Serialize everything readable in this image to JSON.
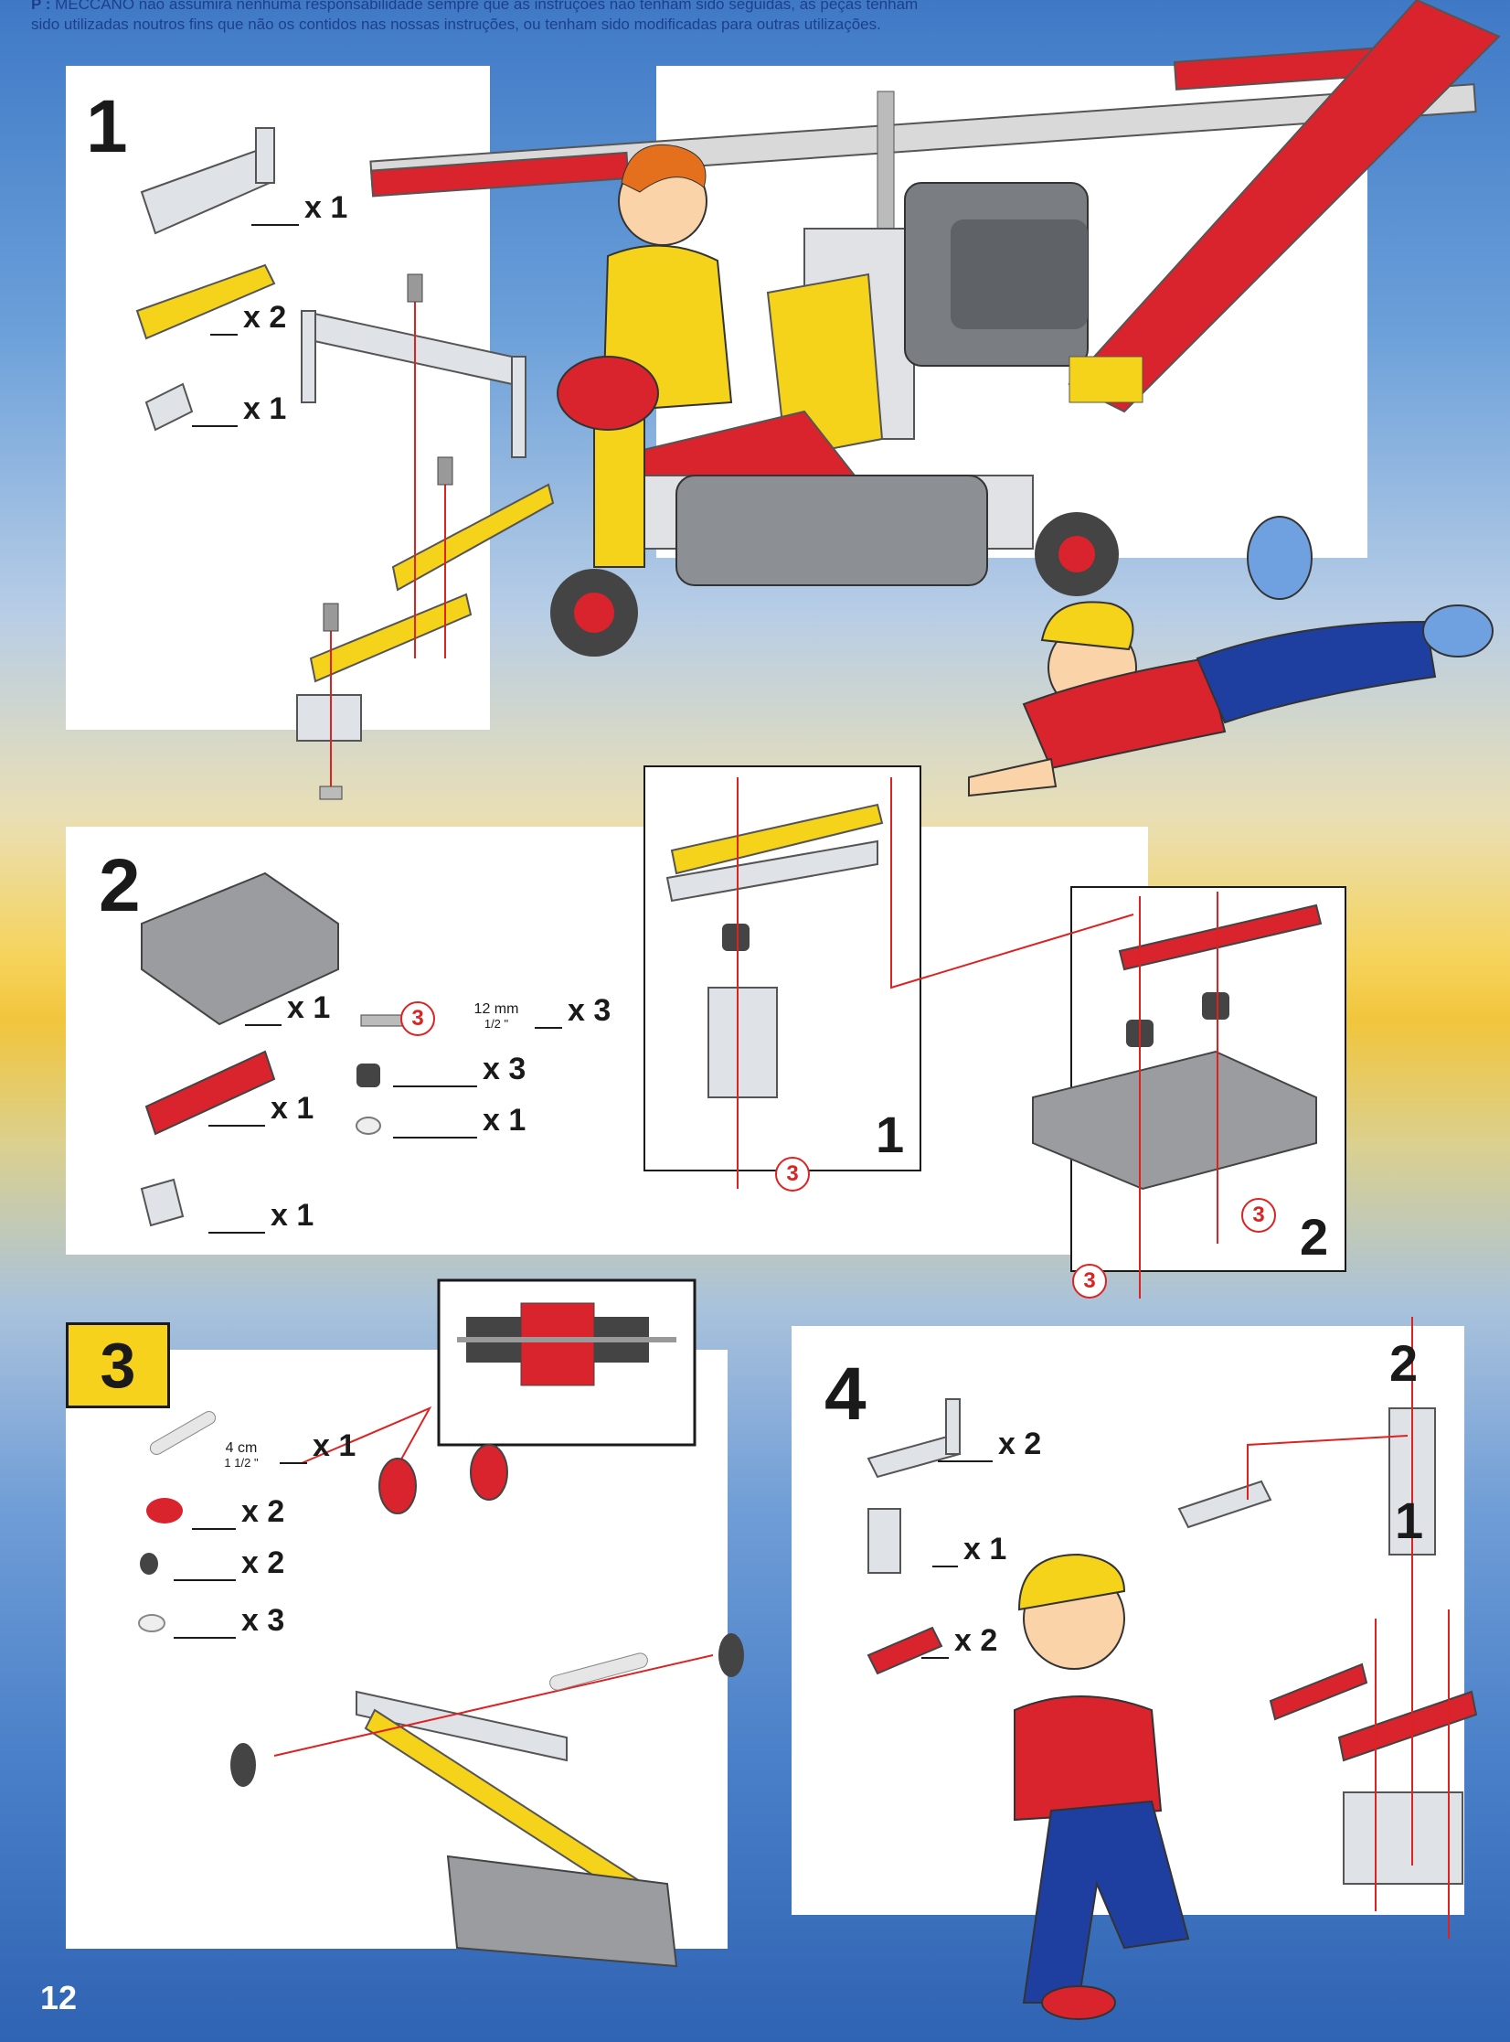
{
  "disclaimer": {
    "prefix": "P :",
    "line1": "MECCANO não assumirá nenhuma responsabilidade sempre que as instruções não tenham sido seguidas, as peças tenham",
    "line2": "sido utilizadas noutros fins que não os contidos nas nossas instruções, ou tenham sido modificadas para outras utilizações."
  },
  "steps": {
    "s1": {
      "number": "1",
      "parts": [
        "x 1",
        "x 2",
        "x 1"
      ]
    },
    "s2": {
      "number": "2",
      "parts": [
        "x 1",
        "x 1",
        "x 1"
      ],
      "screw_ref": "3",
      "screw_len": "12 mm",
      "screw_len_in": "1/2 \"",
      "screw_qty": "x 3",
      "spacer_qty": "x 3",
      "washer_qty": "x 1",
      "sub1": "1",
      "sub2": "2"
    },
    "s3": {
      "number": "3",
      "rod_len": "4 cm",
      "rod_len_in": "1 1/2 \"",
      "parts": [
        "x 1",
        "x 2",
        "x 2",
        "x 3"
      ]
    },
    "s4": {
      "number": "4",
      "parts": [
        "x 2",
        "x 1",
        "x 2"
      ],
      "sub1": "1",
      "sub2": "2"
    }
  },
  "page_number": "12",
  "colors": {
    "red": "#d9232d",
    "yellow": "#f4d31a",
    "metal": "#c9ced6",
    "dark": "#4a4a4a"
  }
}
